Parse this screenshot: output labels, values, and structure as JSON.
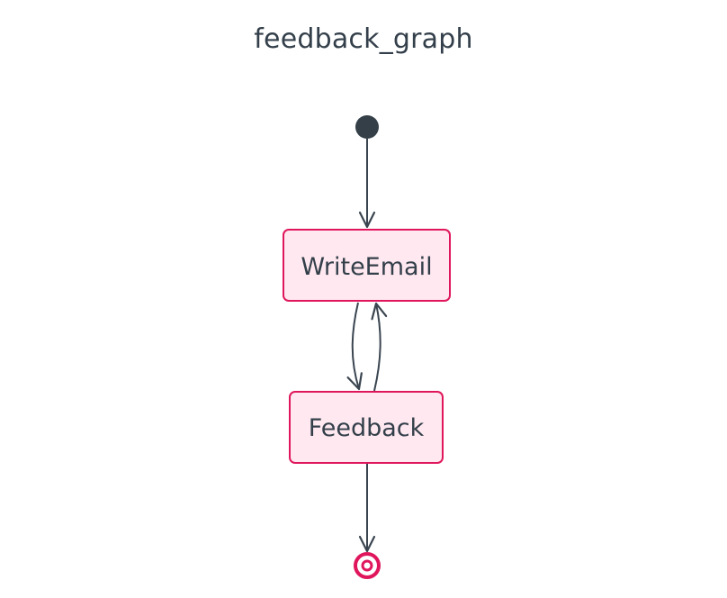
{
  "diagram": {
    "title": "feedback_graph",
    "states": [
      {
        "id": "write_email",
        "label": "WriteEmail"
      },
      {
        "id": "feedback",
        "label": "Feedback"
      }
    ],
    "colors": {
      "state_fill": "#ffe8ef",
      "state_border": "#e0165c",
      "edge": "#3a4550",
      "text": "#333f4a",
      "start": "#343f48",
      "end": "#e0165c"
    }
  }
}
